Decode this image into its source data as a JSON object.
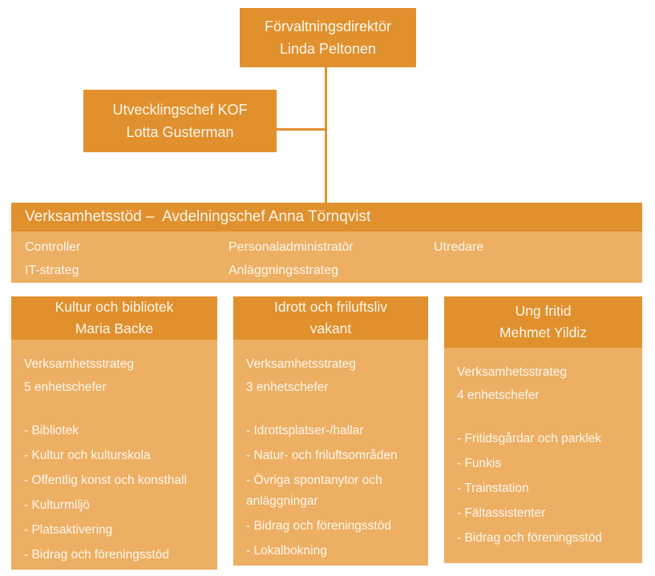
{
  "colors": {
    "box_orange": "#E1902E",
    "panel_orange": "#EDAF63",
    "text_light": "#FBF7EE",
    "background": "#FFFFFF"
  },
  "director_box": {
    "title": "Förvaltningsdirektör",
    "name": "Linda Peltonen"
  },
  "development_box": {
    "title": "Utvecklingschef KOF",
    "name": "Lotta Gusterman"
  },
  "support_bar": {
    "header": "Verksamhetsstöd –  Avdelningschef Anna Törnqvist",
    "columns": [
      [
        "Controller",
        "IT-strateg"
      ],
      [
        "Personaladministratör",
        "Anläggningsstrateg"
      ],
      [
        "Utredare"
      ]
    ]
  },
  "departments": [
    {
      "title": "Kultur och bibliotek",
      "manager": "Maria Backe",
      "strategist": "Verksamhetsstrateg",
      "unit_heads": "5 enhetschefer",
      "units": [
        "- Bibliotek",
        "- Kultur och kulturskola",
        "- Offentlig konst och konsthall",
        "- Kulturmiljö",
        "- Platsaktivering",
        "- Bidrag och föreningsstöd"
      ]
    },
    {
      "title": "Idrott och friluftsliv",
      "manager": "vakant",
      "strategist": "Verksamhetsstrateg",
      "unit_heads": "3 enhetschefer",
      "units": [
        "- Idrottsplatser-/hallar",
        "- Natur- och friluftsområden",
        "- Övriga spontanytor och anläggningar",
        "- Bidrag och föreningsstöd",
        "- Lokalbokning"
      ]
    },
    {
      "title": "Ung fritid",
      "manager": "Mehmet Yildiz",
      "strategist": "Verksamhetsstrateg",
      "unit_heads": "4 enhetschefer",
      "units": [
        "- Fritidsgårdar och parklek",
        "- Funkis",
        "- Trainstation",
        "- Fältassistenter",
        "- Bidrag och föreningsstöd"
      ]
    }
  ]
}
